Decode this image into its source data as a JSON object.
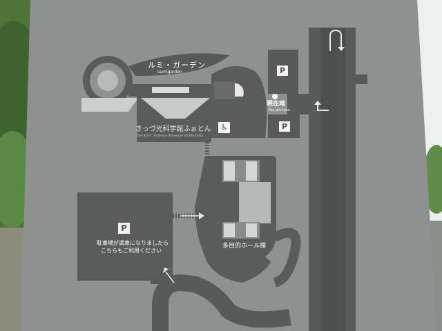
{
  "sign": {
    "lumigarden_jp": "ルミ・ガーデン",
    "lumigarden_en": "Lumigarden",
    "museum_jp": "きっづ光科学館ふぉとん",
    "museum_en": "The Kids' Science Museum of Photons",
    "here_jp": "現在地",
    "here_en": "You are here",
    "hall_jp": "多目的ホール棟",
    "parking_symbol": "P",
    "parking_note_line1": "駐車場が満車になりましたら",
    "parking_note_line2": "こちらもご利用ください"
  },
  "icons": {
    "wheelchair": "wheelchair-icon",
    "here_marker": "current-location-dot",
    "arrows": "direction-arrow-icon"
  },
  "colors": {
    "panel": "#8e9090",
    "shape_dark": "#5a5c5c",
    "shape_light": "#cfd1d1",
    "foliage": "#4f7a3a",
    "sky": "#e8eaea"
  }
}
